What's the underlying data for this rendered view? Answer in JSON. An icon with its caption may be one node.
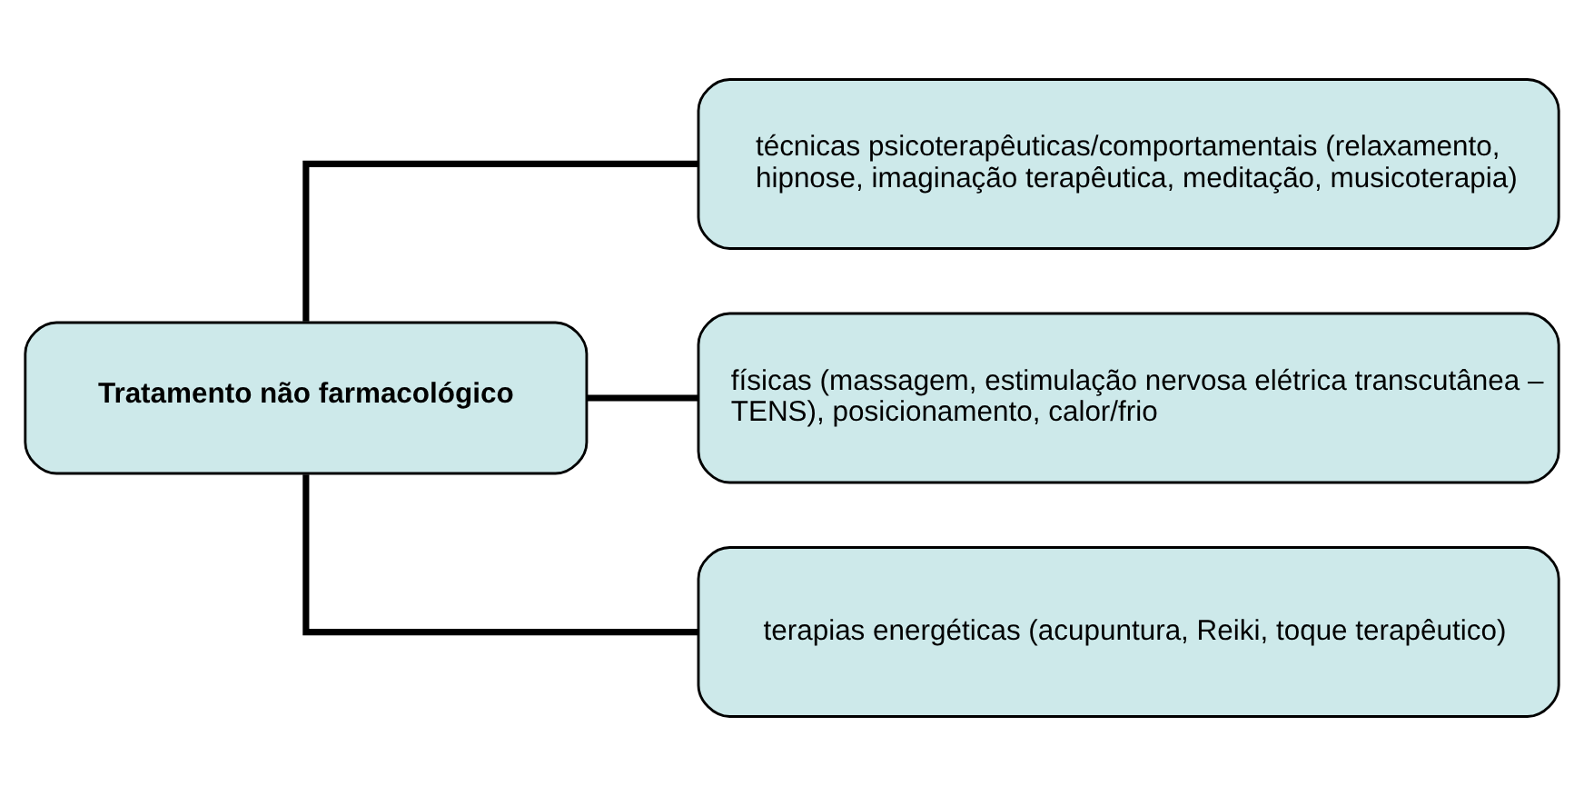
{
  "diagram": {
    "nodes": [
      {
        "text": [
          "Tratamento não farmacológico"
        ]
      },
      {
        "text": [
          "técnicas psicoterapêuticas/comportamentais (relaxamento, hipnose, imaginação terapêutica, meditação, musicoterapia)"
        ]
      },
      {
        "text": [
          "físicas (massagem, estimulação nervosa elétrica transcutânea – TENS), posicionamento, calor/frio"
        ]
      },
      {
        "text": [
          "terapias energéticas (acupuntura, Reiki, toque terapêutico)"
        ]
      }
    ],
    "edges": [
      {
        "from": 0,
        "to": 1,
        "arrow": "none"
      },
      {
        "from": 0,
        "to": 2,
        "arrow": "none"
      },
      {
        "from": 0,
        "to": 3,
        "arrow": "none"
      }
    ]
  }
}
